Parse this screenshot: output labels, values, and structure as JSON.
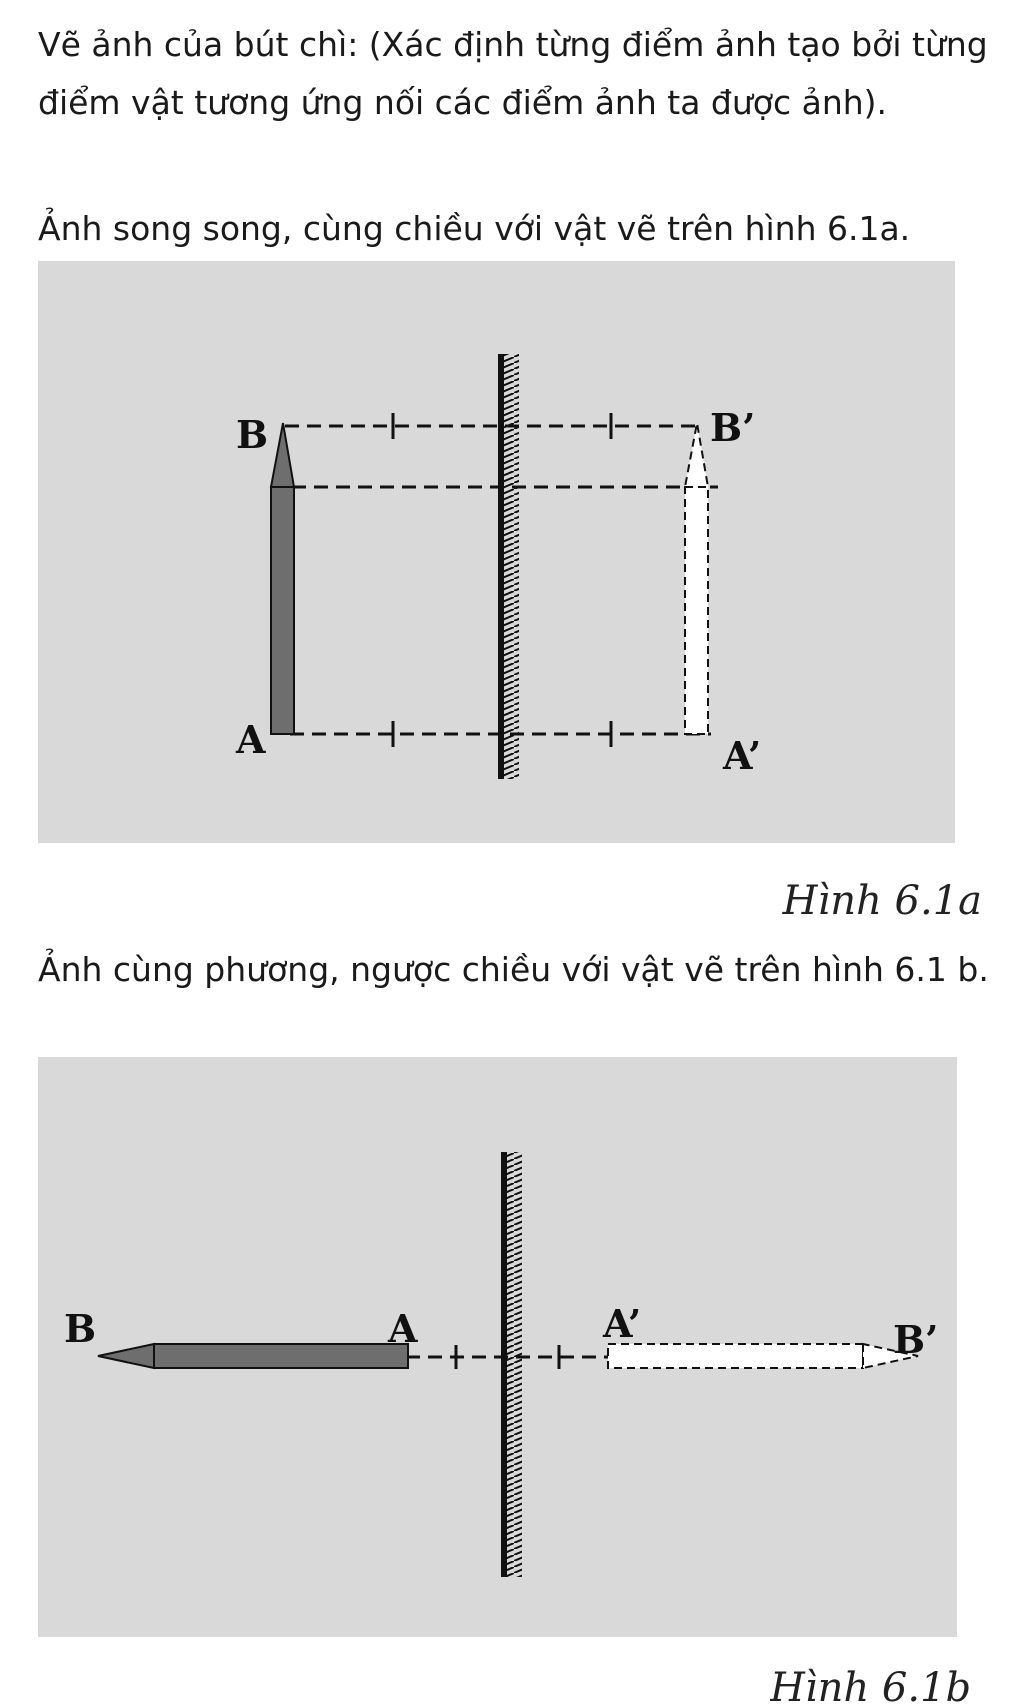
{
  "paragraphs": {
    "intro": "Vẽ ảnh của bút chì: (Xác định từng điểm ảnh tạo bởi từng điểm vật tương ứng nối các điểm ảnh ta được ảnh).",
    "case_a": "Ảnh song song, cùng chiều với vật vẽ trên hình 6.1a.",
    "case_b": "Ảnh cùng phương, ngược chiều với vật vẽ trên hình 6.1 b."
  },
  "figure_a": {
    "caption": "Hình 6.1a",
    "labels": {
      "B": "B",
      "B_image": "B’",
      "A": "A",
      "A_image": "A’"
    }
  },
  "figure_b": {
    "caption": "Hình 6.1b",
    "labels": {
      "B": "B",
      "A": "A",
      "A_image": "A’",
      "B_image": "B’"
    }
  },
  "colors": {
    "figure_background": "#d9d9d9",
    "pencil_fill": "#6e6e6e",
    "image_fill": "#ffffff",
    "line": "#111111"
  }
}
